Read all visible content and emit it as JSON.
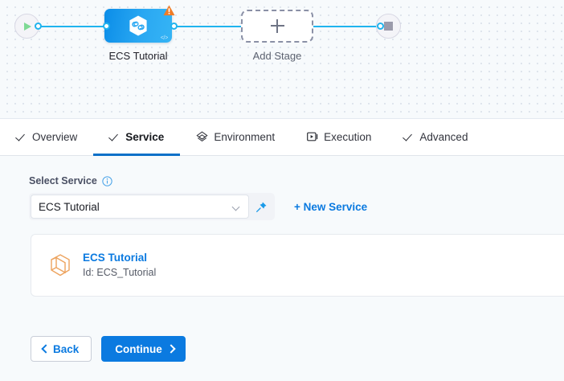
{
  "pipeline": {
    "start_node": {
      "icon": "play-icon"
    },
    "end_node": {
      "icon": "stop-icon"
    },
    "stage": {
      "label": "ECS Tutorial",
      "icon": "harness-hexagon-icon",
      "warning_icon": "warning-triangle-icon",
      "code_icon": "code-brackets-icon",
      "color": "#2aa8f2",
      "warning_color": "#f07c26"
    },
    "add_stage": {
      "label": "Add Stage",
      "icon": "plus-icon"
    },
    "connector_color": "#20b4ee"
  },
  "tabs": [
    {
      "label": "Overview",
      "icon": "check-icon",
      "active": false
    },
    {
      "label": "Service",
      "icon": "check-icon",
      "active": true
    },
    {
      "label": "Environment",
      "icon": "layers-icon",
      "active": false
    },
    {
      "label": "Execution",
      "icon": "play-frame-icon",
      "active": false
    },
    {
      "label": "Advanced",
      "icon": "check-icon",
      "active": false
    }
  ],
  "tab_active_color": "#0b70c8",
  "form": {
    "select_service": {
      "label": "Select Service",
      "info_icon": "info-icon",
      "value": "ECS Tutorial",
      "placeholder": "Select Service",
      "chevron_icon": "chevron-down-icon",
      "pin_icon": "pin-icon"
    },
    "new_service_link": "+ New Service"
  },
  "service_card": {
    "icon": "cube-icon",
    "icon_color": "#f0a060",
    "name": "ECS Tutorial",
    "id_text": "Id: ECS_Tutorial"
  },
  "footer": {
    "back_label": "Back",
    "continue_label": "Continue",
    "back_icon": "chevron-left-icon",
    "continue_icon": "chevron-right-icon",
    "primary_color": "#0b7ae0"
  }
}
